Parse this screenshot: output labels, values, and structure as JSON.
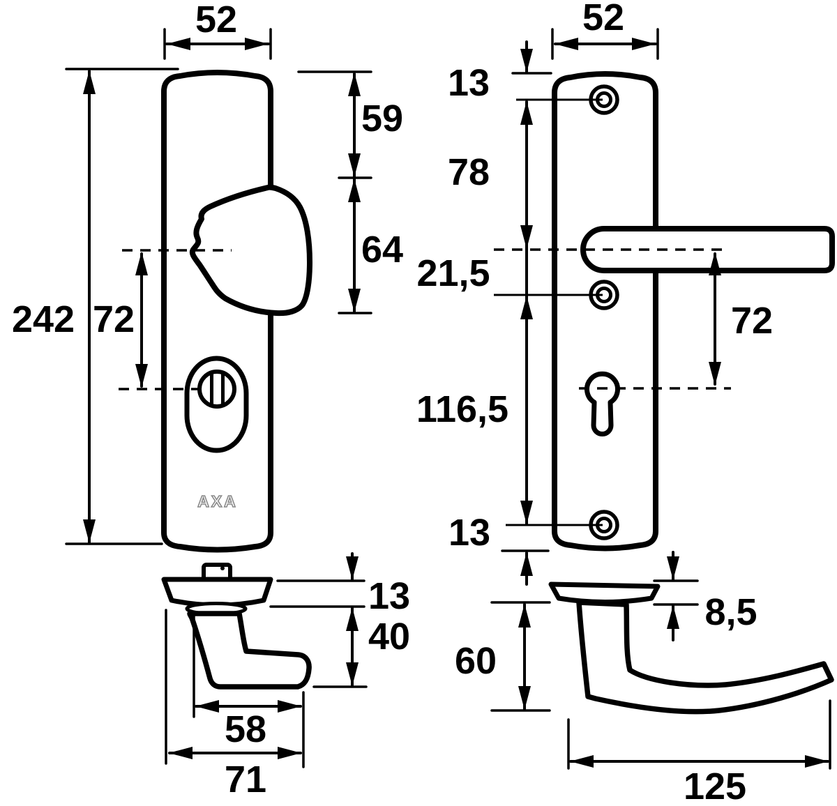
{
  "drawing": {
    "description_colors": {
      "background": "#ffffff",
      "line_color": "#000000",
      "logo_outline_color": "#8a8a8a"
    },
    "brand": "AXA"
  },
  "dims": {
    "knob_plate_width": "52",
    "knob_plate_height": "242",
    "knob_center_to_cylinder": "72",
    "knob_top_gap": "59",
    "knob_height": "64",
    "knob_side_plate_thickness": "13",
    "knob_side_depth": "40",
    "knob_side_length": "58",
    "knob_side_total_length": "71",
    "lever_plate_width": "52",
    "lever_top_screw_gap": "13",
    "lever_screw_to_handle": "78",
    "lever_handle_to_screw": "21,5",
    "lever_handle_to_cylinder": "72",
    "lever_screw_spacing": "116,5",
    "lever_bottom_screw_gap": "13",
    "lever_side_plate_thickness": "8,5",
    "lever_side_depth": "60",
    "lever_side_length": "125"
  }
}
